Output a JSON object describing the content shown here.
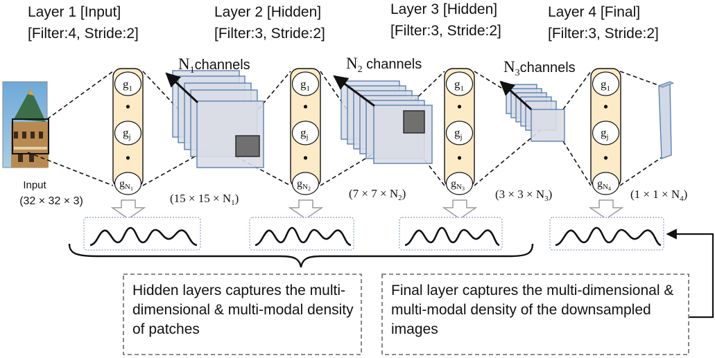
{
  "layers": [
    {
      "title": "Layer 1 [Input]",
      "params": "[Filter:4, Stride:2]"
    },
    {
      "title": "Layer 2 [Hidden]",
      "params": "[Filter:3, Stride:2]"
    },
    {
      "title": "Layer 3 [Hidden]",
      "params": "[Filter:3, Stride:2]"
    },
    {
      "title": "Layer 4 [Final]",
      "params": "[Filter:3, Stride:2]"
    }
  ],
  "input": {
    "label": "Input",
    "dims": "(32 × 32 × 3)"
  },
  "feature_maps": [
    {
      "channels_label": "N",
      "channels_sub": "1",
      "channels_word": "channels",
      "dims_pre": "(15 × 15 × N",
      "dims_sub": "1",
      "dims_post": ")"
    },
    {
      "channels_label": "N",
      "channels_sub": "2",
      "channels_word": " channels",
      "dims_pre": "(7 × 7 × N",
      "dims_sub": "2",
      "dims_post": ")"
    },
    {
      "channels_label": "N",
      "channels_sub": "3",
      "channels_word": "channels",
      "dims_pre": "(3 × 3 × N",
      "dims_sub": "3",
      "dims_post": ")"
    },
    {
      "dims_pre": "(1 × 1 × N",
      "dims_sub": "4",
      "dims_post": ")"
    }
  ],
  "gmm_units": [
    {
      "top": "g",
      "top_sub": "1",
      "mid": "g",
      "mid_sub": "j",
      "bot": "g",
      "bot_sub": "N",
      "bot_subsub": "1"
    },
    {
      "top": "g",
      "top_sub": "1",
      "mid": "g",
      "mid_sub": "j",
      "bot": "g",
      "bot_sub": "N",
      "bot_subsub": "2"
    },
    {
      "top": "g",
      "top_sub": "1",
      "mid": "g",
      "mid_sub": "j",
      "bot": "g",
      "bot_sub": "N",
      "bot_subsub": "3"
    },
    {
      "top": "g",
      "top_sub": "1",
      "mid": "g",
      "mid_sub": "j",
      "bot": "g",
      "bot_sub": "N",
      "bot_subsub": "4"
    }
  ],
  "notes": {
    "hidden": "Hidden layers captures the multi-dimensional & multi-modal density of patches",
    "final": "Final layer captures the multi-dimensional & multi-modal density of the downsampled images"
  },
  "colors": {
    "gmm_fill": "#fdebc8",
    "fmap_fill": "#d9dde6",
    "fmap_stroke": "#5b80b0",
    "patch_fill": "#707070",
    "stroke": "#111111"
  }
}
